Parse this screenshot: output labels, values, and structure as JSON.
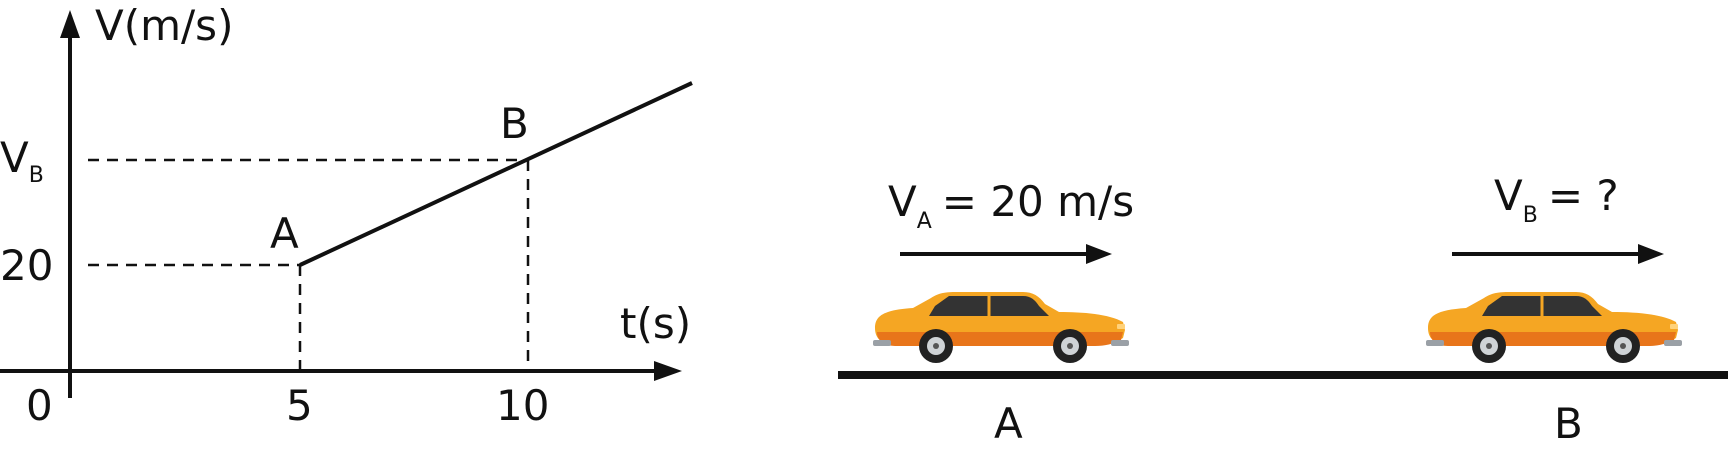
{
  "chart_data": {
    "type": "line",
    "ylabel": "V(m/s)",
    "xlabel": "t(s)",
    "origin_label": "0",
    "y_tick_labels": {
      "v20": "20",
      "vB_main": "V",
      "vB_sub": "B"
    },
    "x_tick_labels": [
      "5",
      "10"
    ],
    "points": [
      {
        "label": "A",
        "t": 5,
        "v": 20
      },
      {
        "label": "B",
        "t": 10,
        "v": "V_B"
      }
    ]
  },
  "scene": {
    "car_a": {
      "velocity_main": "V",
      "velocity_sub": "A",
      "velocity_value": "= 20 m/s",
      "position_label": "A"
    },
    "car_b": {
      "velocity_main": "V",
      "velocity_sub": "B",
      "velocity_value": "= ?",
      "position_label": "B"
    },
    "colors": {
      "car_body": "#F5A623",
      "car_stripe": "#E8751A",
      "window": "#333333",
      "road": "#111111"
    }
  }
}
